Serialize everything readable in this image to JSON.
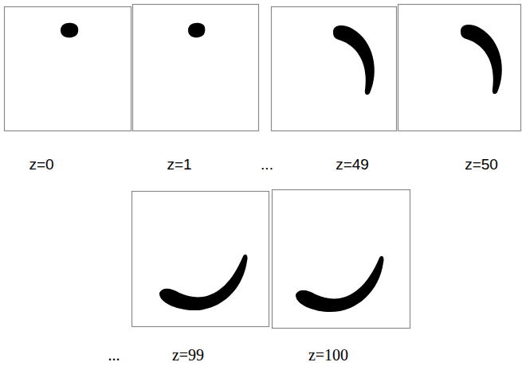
{
  "diagram": {
    "labels": [
      "z=0",
      "z=1",
      "...",
      "z=49",
      "z=50",
      "...",
      "z=99",
      "z=100"
    ]
  }
}
